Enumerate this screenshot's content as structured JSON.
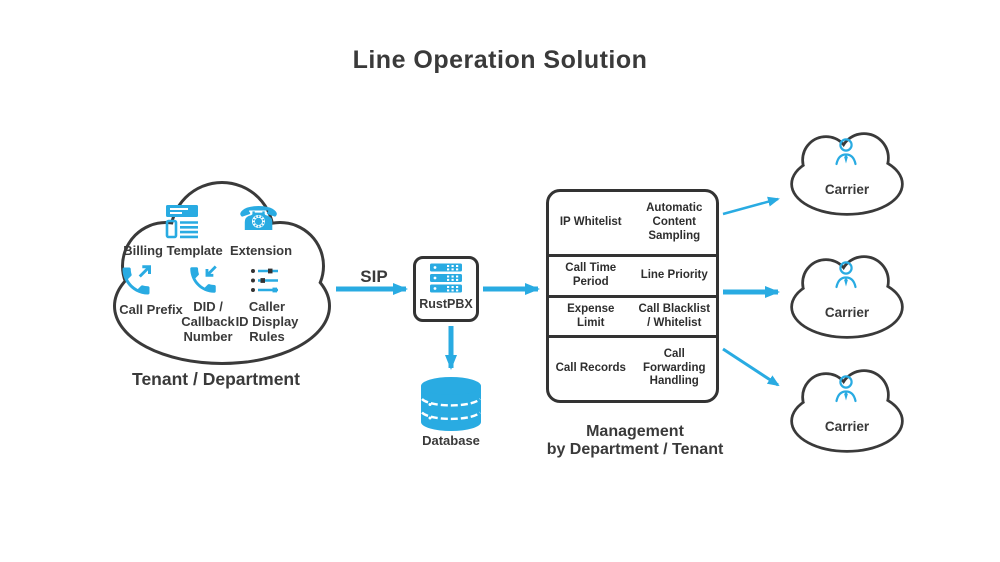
{
  "title": "Line Operation Solution",
  "colors": {
    "accent": "#29ABE2",
    "ink": "#3A3A3A"
  },
  "icons": {
    "extension_glyph": "☎"
  },
  "tenant": {
    "caption": "Tenant / Department",
    "items": [
      {
        "name": "billing-template",
        "label": "Billing Template"
      },
      {
        "name": "extension",
        "label": "Extension"
      },
      {
        "name": "call-prefix",
        "label": "Call Prefix"
      },
      {
        "name": "did-callback-number",
        "label": "DID /\nCallback\nNumber"
      },
      {
        "name": "caller-id-display-rules",
        "label": "Caller\nID Display\nRules"
      }
    ]
  },
  "links": {
    "sip_label": "SIP"
  },
  "pbx": {
    "label": "RustPBX"
  },
  "database": {
    "label": "Database"
  },
  "management": {
    "caption": "Management\nby Department / Tenant",
    "rows": [
      {
        "left": "IP Whitelist",
        "right": "Automatic\nContent\nSampling"
      },
      {
        "left": "Call Time\nPeriod",
        "right": "Line Priority"
      },
      {
        "left": "Expense\nLimit",
        "right": "Call Blacklist\n/ Whitelist"
      },
      {
        "left": "Call Records",
        "right": "Call\nForwarding\nHandling"
      }
    ]
  },
  "carriers": [
    {
      "label": "Carrier"
    },
    {
      "label": "Carrier"
    },
    {
      "label": "Carrier"
    }
  ]
}
